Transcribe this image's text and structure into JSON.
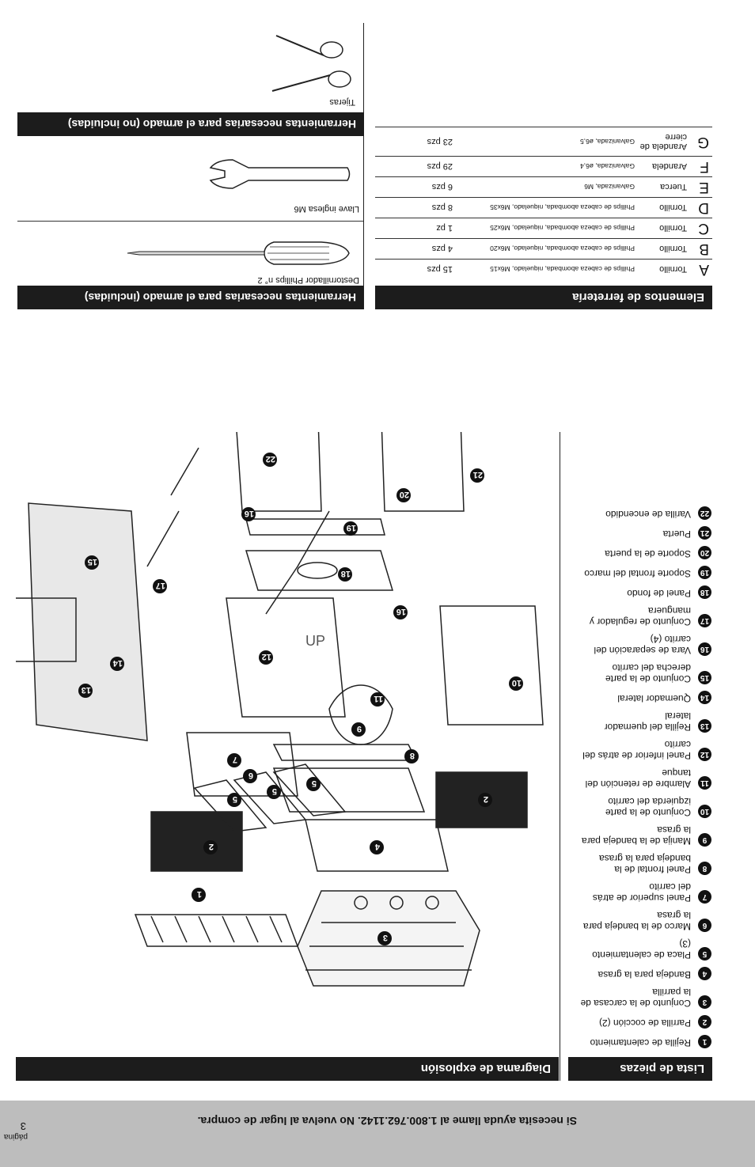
{
  "footer": {
    "help_text": "Si necesita ayuda llame al 1.800.762.1142. No vuelva al lugar de compra.",
    "page_label": "página",
    "page_number": "3"
  },
  "parts_list": {
    "title": "Lista de piezas",
    "items": [
      {
        "num": "1",
        "label": "Rejilla de calentamiento"
      },
      {
        "num": "2",
        "label": "Parrilla de cocción (2)"
      },
      {
        "num": "3",
        "label": "Conjunto de la carcasa de la parrilla"
      },
      {
        "num": "4",
        "label": "Bandeja para la grasa"
      },
      {
        "num": "5",
        "label": "Placa de calentamiento (3)"
      },
      {
        "num": "6",
        "label": "Marco de la bandeja para la grasa"
      },
      {
        "num": "7",
        "label": "Panel superior de atrás del carrito"
      },
      {
        "num": "8",
        "label": "Panel frontal de la bandeja para la grasa"
      },
      {
        "num": "9",
        "label": "Manija de la bandeja para la grasa"
      },
      {
        "num": "10",
        "label": "Conjunto de la parte izquierda del carrito"
      },
      {
        "num": "11",
        "label": "Alambre de retención del tanque"
      },
      {
        "num": "12",
        "label": "Panel inferior de atrás del carrito"
      },
      {
        "num": "13",
        "label": "Rejilla del quemador lateral"
      },
      {
        "num": "14",
        "label": "Quemador lateral"
      },
      {
        "num": "15",
        "label": "Conjunto de la parte derecha del carrito"
      },
      {
        "num": "16",
        "label": "Vara de separación del carrito (4)"
      },
      {
        "num": "17",
        "label": "Conjunto de regulador y manguera"
      },
      {
        "num": "18",
        "label": "Panel de fondo"
      },
      {
        "num": "19",
        "label": "Soporte frontal del marco"
      },
      {
        "num": "20",
        "label": "Soporte de la puerta"
      },
      {
        "num": "21",
        "label": "Puerta"
      },
      {
        "num": "22",
        "label": "Varilla de encendido"
      }
    ]
  },
  "diagram": {
    "title": "Diagrama de explosión",
    "up_mark": "UP"
  },
  "hardware": {
    "title": "Elementos de ferretería",
    "rows": [
      {
        "letter": "A",
        "type": "Tornillo",
        "desc": "Phillips de cabeza abombada, niquelado, M6x15",
        "qty": "15 pzs"
      },
      {
        "letter": "B",
        "type": "Tornillo",
        "desc": "Phillips de cabeza abombada, niquelado, M6x20",
        "qty": "4 pzs"
      },
      {
        "letter": "C",
        "type": "Tornillo",
        "desc": "Phillips de cabeza abombada, niquelado, M6x25",
        "qty": "1 pz"
      },
      {
        "letter": "D",
        "type": "Tornillo",
        "desc": "Phillips de cabeza abombada, niquelado, M6x35",
        "qty": "8 pzs"
      },
      {
        "letter": "E",
        "type": "Tuerca",
        "desc": "Galvanizada, M6",
        "qty": "6 pzs"
      },
      {
        "letter": "F",
        "type": "Arandela",
        "desc": "Galvanizada, ø6,4",
        "qty": "29 pzs"
      },
      {
        "letter": "G",
        "type": "Arandela de cierre",
        "desc": "Galvanizada, ø6,5",
        "qty": "23 pzs"
      }
    ]
  },
  "tools_included": {
    "title": "Herramientas necesarias para el armado (incluidas)",
    "items": [
      "Destornillador Phillips n° 2",
      "Llave inglesa M6"
    ]
  },
  "tools_not_included": {
    "title": "Herramientas necesarias para el armado (no incluidas)",
    "items": [
      "Tijeras"
    ]
  }
}
